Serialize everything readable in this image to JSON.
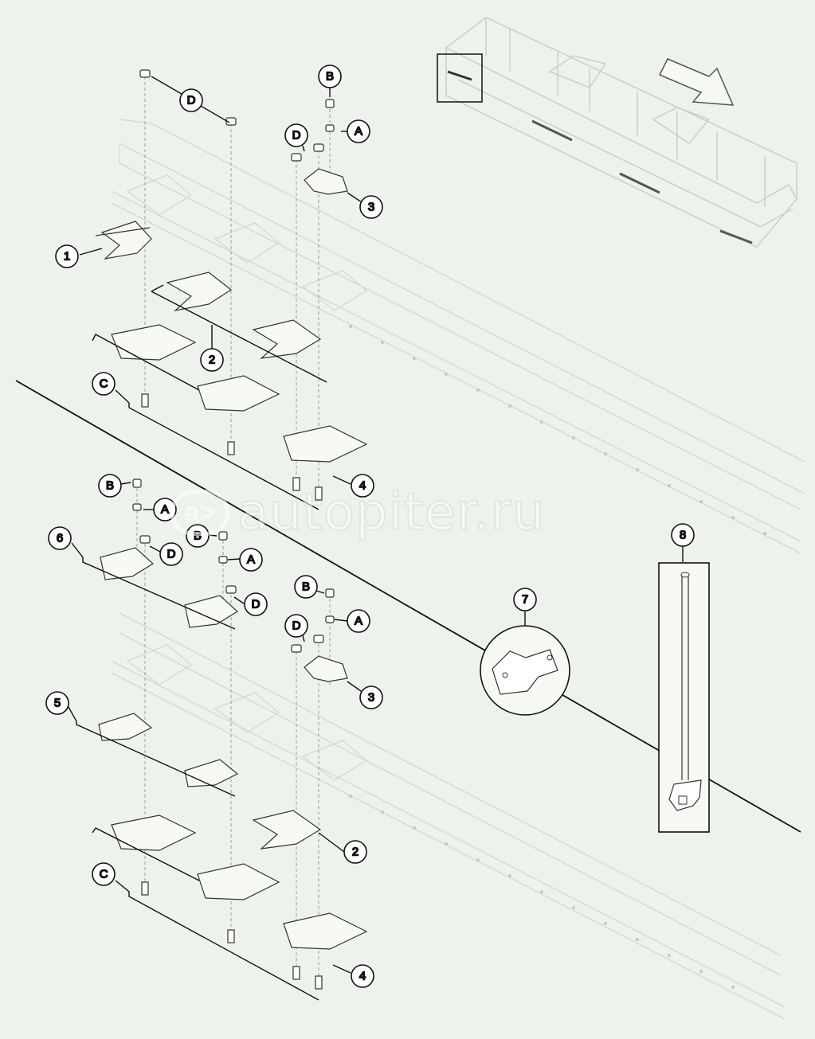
{
  "watermark": {
    "logo": "a>",
    "text": "autopiter.ru"
  },
  "callouts": {
    "item_1": "1",
    "item_2_top": "2",
    "item_2_bottom": "2",
    "item_3_top": "3",
    "item_3_bottom": "3",
    "item_4_top": "4",
    "item_4_bottom": "4",
    "item_5": "5",
    "item_6": "6",
    "item_7": "7",
    "item_8": "8",
    "A_1": "A",
    "A_2": "A",
    "A_3": "A",
    "A_4": "A",
    "B_1": "B",
    "B_2": "B",
    "B_3": "B",
    "B_4": "B",
    "C_1": "C",
    "C_2": "C",
    "D_1": "D",
    "D_2": "D",
    "D_3": "D",
    "D_4": "D",
    "D_5": "D"
  },
  "colors": {
    "background": "#eef2ec",
    "line": "#111111",
    "faint": "#c9cec6",
    "callout_fill": "#ffffff"
  },
  "icons": {
    "direction_arrow": "arrow-left-down-icon"
  }
}
